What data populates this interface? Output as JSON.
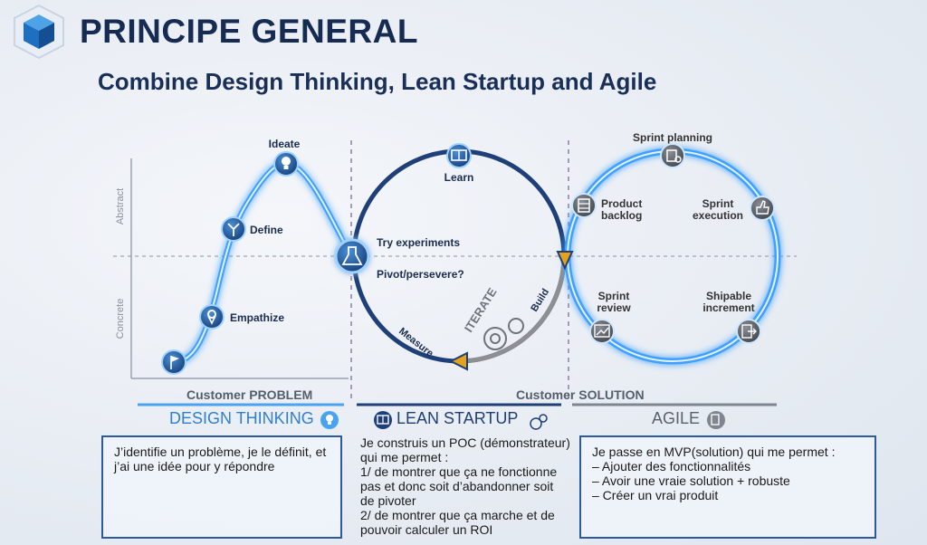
{
  "header": {
    "title": "PRINCIPE GENERAL",
    "subtitle": "Combine Design Thinking, Lean Startup and Agile"
  },
  "axis": {
    "abstract": "Abstract",
    "concrete": "Concrete"
  },
  "design_thinking": {
    "steps": [
      "Ideate",
      "Define",
      "Empathize"
    ],
    "icons": [
      "lightbulb-icon",
      "arrows-icon",
      "location-pin-icon",
      "flag-icon"
    ]
  },
  "lean_cycle": {
    "learn": "Learn",
    "try": "Try experiments",
    "pivot": "Pivot/persevere?",
    "measure": "Measure",
    "build": "Build",
    "iterate": "ITERATE"
  },
  "agile_cycle": {
    "sprint_planning": "Sprint planning",
    "product_backlog": "Product\nbacklog",
    "sprint_execution": "Sprint\nexecution",
    "sprint_review": "Sprint\nreview",
    "shipable_increment": "Shipable\nincrement"
  },
  "bottom": {
    "problem": "Customer PROBLEM",
    "solution": "Customer SOLUTION"
  },
  "sections": {
    "dt_title": "DESIGN THINKING",
    "ls_title": "LEAN STARTUP",
    "agile_title": "AGILE"
  },
  "descriptions": {
    "dt": "J’identifie un problème, je le définit, et j’ai une idée pour y répondre",
    "ls": "Je construis un POC (démonstrateur) qui me permet :\n1/ de montrer que ça ne fonctionne pas et donc soit d’abandonner soit de pivoter\n2/ de montrer que ça marche et de pouvoir calculer un ROI",
    "agile": "Je passe en MVP(solution) qui me permet :\n– Ajouter des fonctionnalités\n– Avoir une vraie solution + robuste\n– Créer un vrai produit"
  },
  "colors": {
    "navy": "#162b52",
    "glow": "#3fa0ff",
    "accent": "#e6a21a",
    "box_border": "#2d5a9c"
  }
}
